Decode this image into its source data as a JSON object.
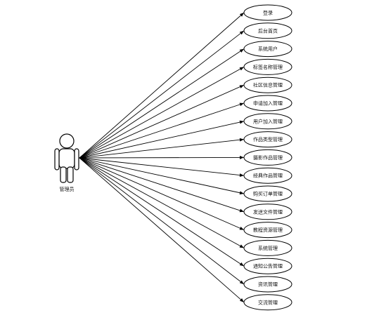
{
  "actor": {
    "label": "管理员"
  },
  "use_cases": [
    {
      "label": "登录"
    },
    {
      "label": "后台首页"
    },
    {
      "label": "系统用户"
    },
    {
      "label": "标签名称管理"
    },
    {
      "label": "社区信息管理"
    },
    {
      "label": "申请加入管理"
    },
    {
      "label": "用户加入管理"
    },
    {
      "label": "作品类型管理"
    },
    {
      "label": "摄影作品管理"
    },
    {
      "label": "经典作品管理"
    },
    {
      "label": "购买订单管理"
    },
    {
      "label": "发送文件管理"
    },
    {
      "label": "教程资源管理"
    },
    {
      "label": "系统管理"
    },
    {
      "label": "通知公告管理"
    },
    {
      "label": "资讯管理"
    },
    {
      "label": "交流管理"
    }
  ]
}
